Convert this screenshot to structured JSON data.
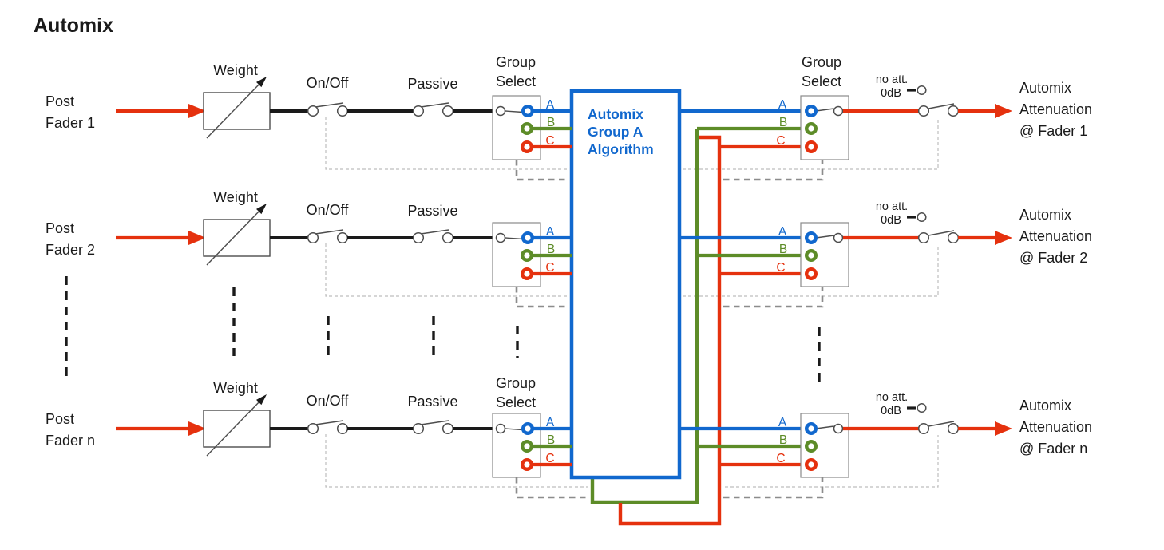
{
  "title": "Automix",
  "colors": {
    "blue": "#1168ce",
    "green": "#5d8c28",
    "red": "#e5310e"
  },
  "algorithm_box": {
    "line1": "Automix",
    "line2": "Group A",
    "line3": "Algorithm"
  },
  "labels": {
    "weight": "Weight",
    "on_off": "On/Off",
    "passive": "Passive",
    "group": "Group",
    "select": "Select",
    "no_att": "no att.",
    "zero_db": "0dB"
  },
  "bus": {
    "a": "A",
    "b": "B",
    "c": "C"
  },
  "rows": [
    {
      "input1": "Post",
      "input2": "Fader 1",
      "output1": "Automix",
      "output2": "Attenuation",
      "output3": "@ Fader 1"
    },
    {
      "input1": "Post",
      "input2": "Fader 2",
      "output1": "Automix",
      "output2": "Attenuation",
      "output3": "@ Fader 2"
    },
    {
      "input1": "Post",
      "input2": "Fader n",
      "output1": "Automix",
      "output2": "Attenuation",
      "output3": "@ Fader n"
    }
  ]
}
